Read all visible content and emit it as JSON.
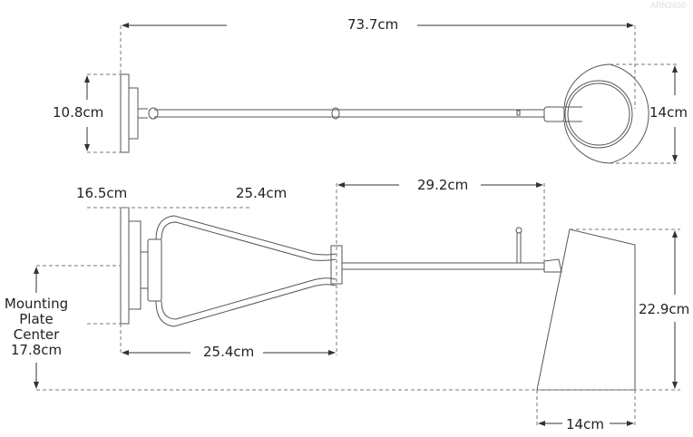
{
  "watermark": "ARN2650",
  "top_view": {
    "overall_width": "73.7cm",
    "backplate_height": "10.8cm",
    "shade_diameter": "14cm"
  },
  "side_view": {
    "backplate_width": "16.5cm",
    "arm_depth_top": "25.4cm",
    "arm_extension": "29.2cm",
    "arm_depth_bottom": "25.4cm",
    "shade_height": "22.9cm",
    "shade_width": "14cm",
    "mounting_plate_center": {
      "line1": "Mounting",
      "line2": "Plate",
      "line3": "Center",
      "value": "17.8cm"
    }
  },
  "colors": {
    "line": "#555555",
    "dash": "#777777",
    "text": "#222222"
  }
}
